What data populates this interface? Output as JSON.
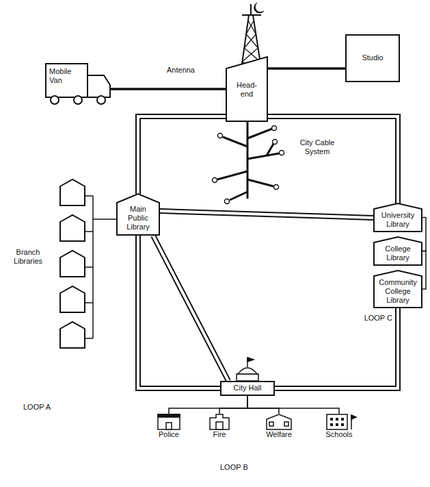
{
  "diagram": {
    "nodes": [
      {
        "text": [
          "Mobile Van"
        ]
      },
      {
        "text": [
          "Head-end"
        ]
      },
      {
        "text": [
          "Studio"
        ]
      },
      {
        "text": [
          "Main Public Library"
        ]
      },
      {
        "text": [
          "University Library"
        ]
      },
      {
        "text": [
          "College Library"
        ]
      },
      {
        "text": [
          "Community College Library"
        ]
      },
      {
        "text": [
          "City Hall"
        ]
      },
      {
        "text": [
          "Police"
        ]
      },
      {
        "text": [
          "Fire"
        ]
      },
      {
        "text": [
          "Welfare"
        ]
      },
      {
        "text": [
          "Schools"
        ]
      }
    ],
    "edges": [
      {
        "from": 0,
        "to": 1,
        "arrow": "none"
      },
      {
        "from": 1,
        "to": 2,
        "arrow": "none"
      },
      {
        "from": 1,
        "to": 3,
        "arrow": "none"
      },
      {
        "from": 1,
        "to": 4,
        "arrow": "none"
      },
      {
        "from": 3,
        "to": 4,
        "arrow": "none"
      },
      {
        "from": 3,
        "to": 7,
        "arrow": "none"
      },
      {
        "from": 3,
        "to": 7,
        "arrow": "none"
      },
      {
        "from": 6,
        "to": 7,
        "arrow": "none"
      },
      {
        "from": 4,
        "to": 5,
        "arrow": "none"
      },
      {
        "from": 5,
        "to": 6,
        "arrow": "none"
      },
      {
        "from": 7,
        "to": 8,
        "arrow": "none"
      },
      {
        "from": 7,
        "to": 9,
        "arrow": "none"
      },
      {
        "from": 7,
        "to": 10,
        "arrow": "none"
      },
      {
        "from": 7,
        "to": 11,
        "arrow": "none"
      }
    ],
    "labels": [
      "Antenna",
      "City Cable System",
      "Branch Libraries",
      "LOOP A",
      "LOOP B",
      "LOOP C"
    ]
  }
}
